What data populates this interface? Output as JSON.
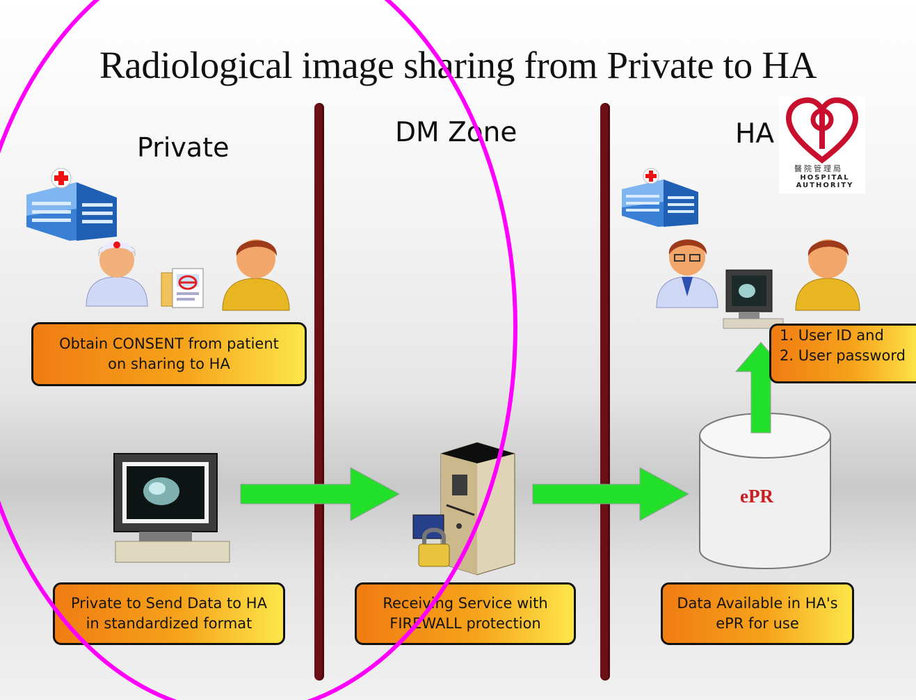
{
  "title": "Radiological image sharing from Private to HA",
  "zones": {
    "private": "Private",
    "dm_zone": "DM Zone",
    "ha": "HA"
  },
  "logo": {
    "chinese": "醫院管理局",
    "english_line1": "HOSPITAL",
    "english_line2": "AUTHORITY"
  },
  "notes": {
    "consent_line1": "Obtain CONSENT from patient",
    "consent_line2": "on sharing to HA",
    "send_line1": "Private to Send Data to HA",
    "send_line2": "in standardized format",
    "receive_line1": "Receiving Service with",
    "receive_line2": "FIREWALL protection",
    "available_line1": "Data Available in HA's",
    "available_line2": "ePR for use",
    "login_line1": "1. User ID and",
    "login_line2": "2. User password"
  },
  "database_label": "ePR",
  "colors": {
    "divider": "#6d0f17",
    "arrow": "#22e02a",
    "annotation_circle": "#ff00ff",
    "note_gradient_start": "#f07c12",
    "note_gradient_end": "#fde64a",
    "logo_red": "#c8102e"
  },
  "icons": [
    "hospital-building-icon",
    "nurse-icon",
    "consent-document-icon",
    "patient-icon",
    "doctor-icon",
    "workstation-icon",
    "server-icon",
    "padlock-icon",
    "database-icon",
    "arrow-icon",
    "hospital-authority-logo"
  ]
}
